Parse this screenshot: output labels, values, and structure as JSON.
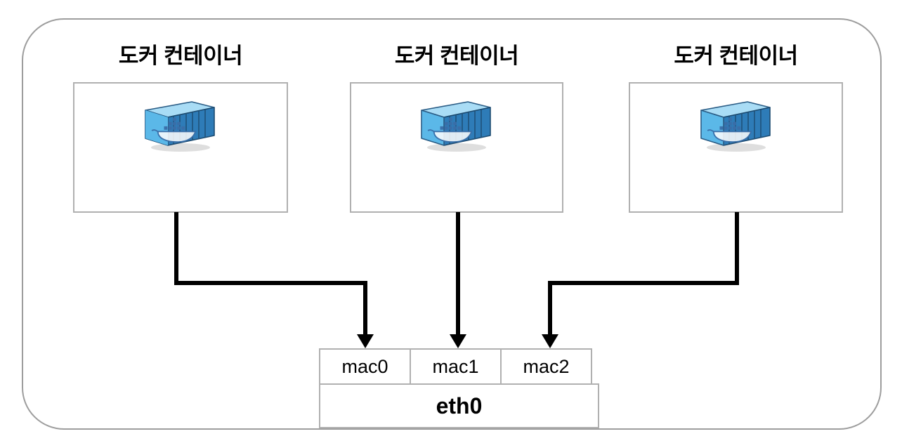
{
  "diagram": {
    "title_hidden": "",
    "host_boundary_name": "host-machine-boundary",
    "containers": [
      {
        "label": "도커 컨테이너",
        "icon": "docker-container-icon"
      },
      {
        "label": "도커 컨테이너",
        "icon": "docker-container-icon"
      },
      {
        "label": "도커 컨테이너",
        "icon": "docker-container-icon"
      }
    ],
    "nic": {
      "mac_addresses": [
        "mac0",
        "mac1",
        "mac2"
      ],
      "interface": "eth0"
    },
    "colors": {
      "boundary_stroke": "#9d9d9d",
      "box_stroke": "#b0b0b0",
      "wire": "#000000",
      "container_front": "#5bb8e8",
      "container_side": "#2e7cb8",
      "container_top": "#a9dcf5",
      "whale": "#3a6ea8"
    }
  }
}
